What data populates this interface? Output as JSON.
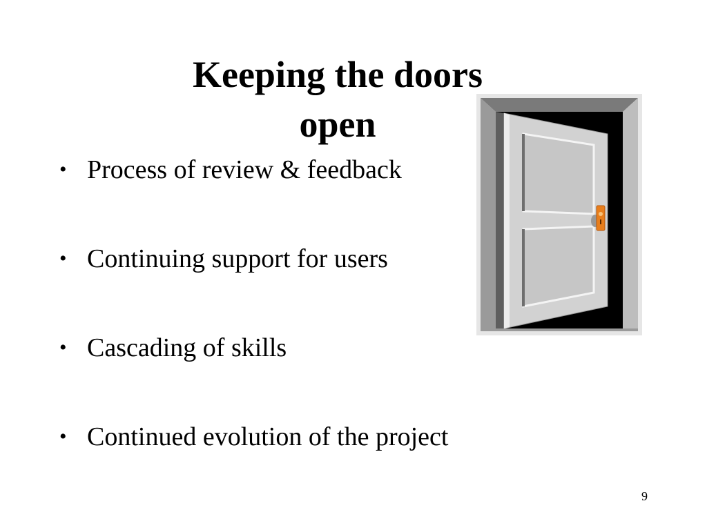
{
  "slide": {
    "title_lines": [
      "Keeping the doors",
      "open"
    ],
    "bullet_glyph": "•",
    "bullets": [
      "Process of review & feedback",
      "Continuing support for users",
      "Cascading of skills",
      "Continued evolution of the project"
    ],
    "page_number": "9",
    "clipart": "open-door-icon"
  },
  "colors": {
    "text": "#000000",
    "background": "#ffffff",
    "door_frame": "#8c8c8c",
    "door_panel": "#d9d9d9",
    "door_handle": "#e87e1c"
  }
}
